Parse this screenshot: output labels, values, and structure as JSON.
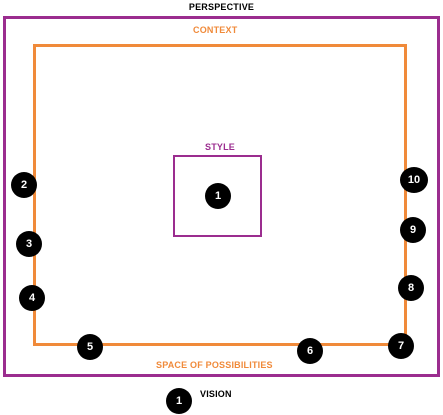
{
  "labels": {
    "perspective": "PERSPECTIVE",
    "context": "CONTEXT",
    "style": "STYLE",
    "space": "SPACE OF POSSIBILITIES",
    "vision": "VISION"
  },
  "markers": [
    "1",
    "2",
    "3",
    "4",
    "5",
    "6",
    "7",
    "8",
    "9",
    "10",
    "1"
  ],
  "colors": {
    "perspective": "#9b2d8f",
    "context": "#f08a3a",
    "style": "#9b2d8f",
    "space": "#f08a3a",
    "marker": "#000000"
  }
}
